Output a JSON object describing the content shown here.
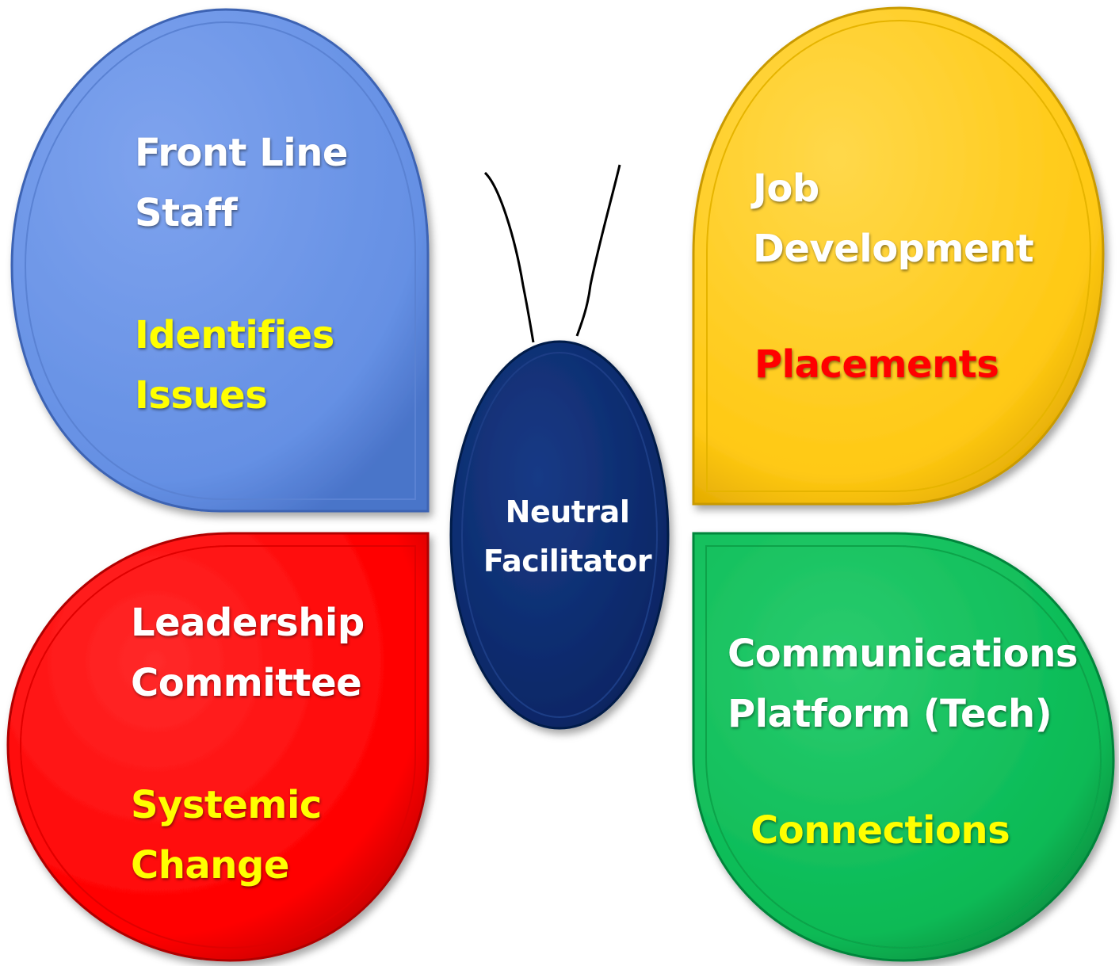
{
  "colors": {
    "blue_wing": "#6590E4",
    "yellow_wing": "#FFC914",
    "red_wing": "#FF0000",
    "green_wing": "#09BA55",
    "body": "#0B2766",
    "white_text": "#FFFFFF",
    "yellow_text": "#FFFF00",
    "red_text": "#FF0000"
  },
  "wings": {
    "top_left": {
      "title": "Front Line\nStaff",
      "subtitle": "Identifies\nIssues"
    },
    "top_right": {
      "title": "Job\nDevelopment",
      "subtitle": "Placements"
    },
    "bottom_left": {
      "title": "Leadership\nCommittee",
      "subtitle": "Systemic\nChange"
    },
    "bottom_right": {
      "title": "Communications\nPlatform (Tech)",
      "subtitle": "Connections"
    }
  },
  "body": {
    "label": "Neutral\nFacilitator"
  }
}
